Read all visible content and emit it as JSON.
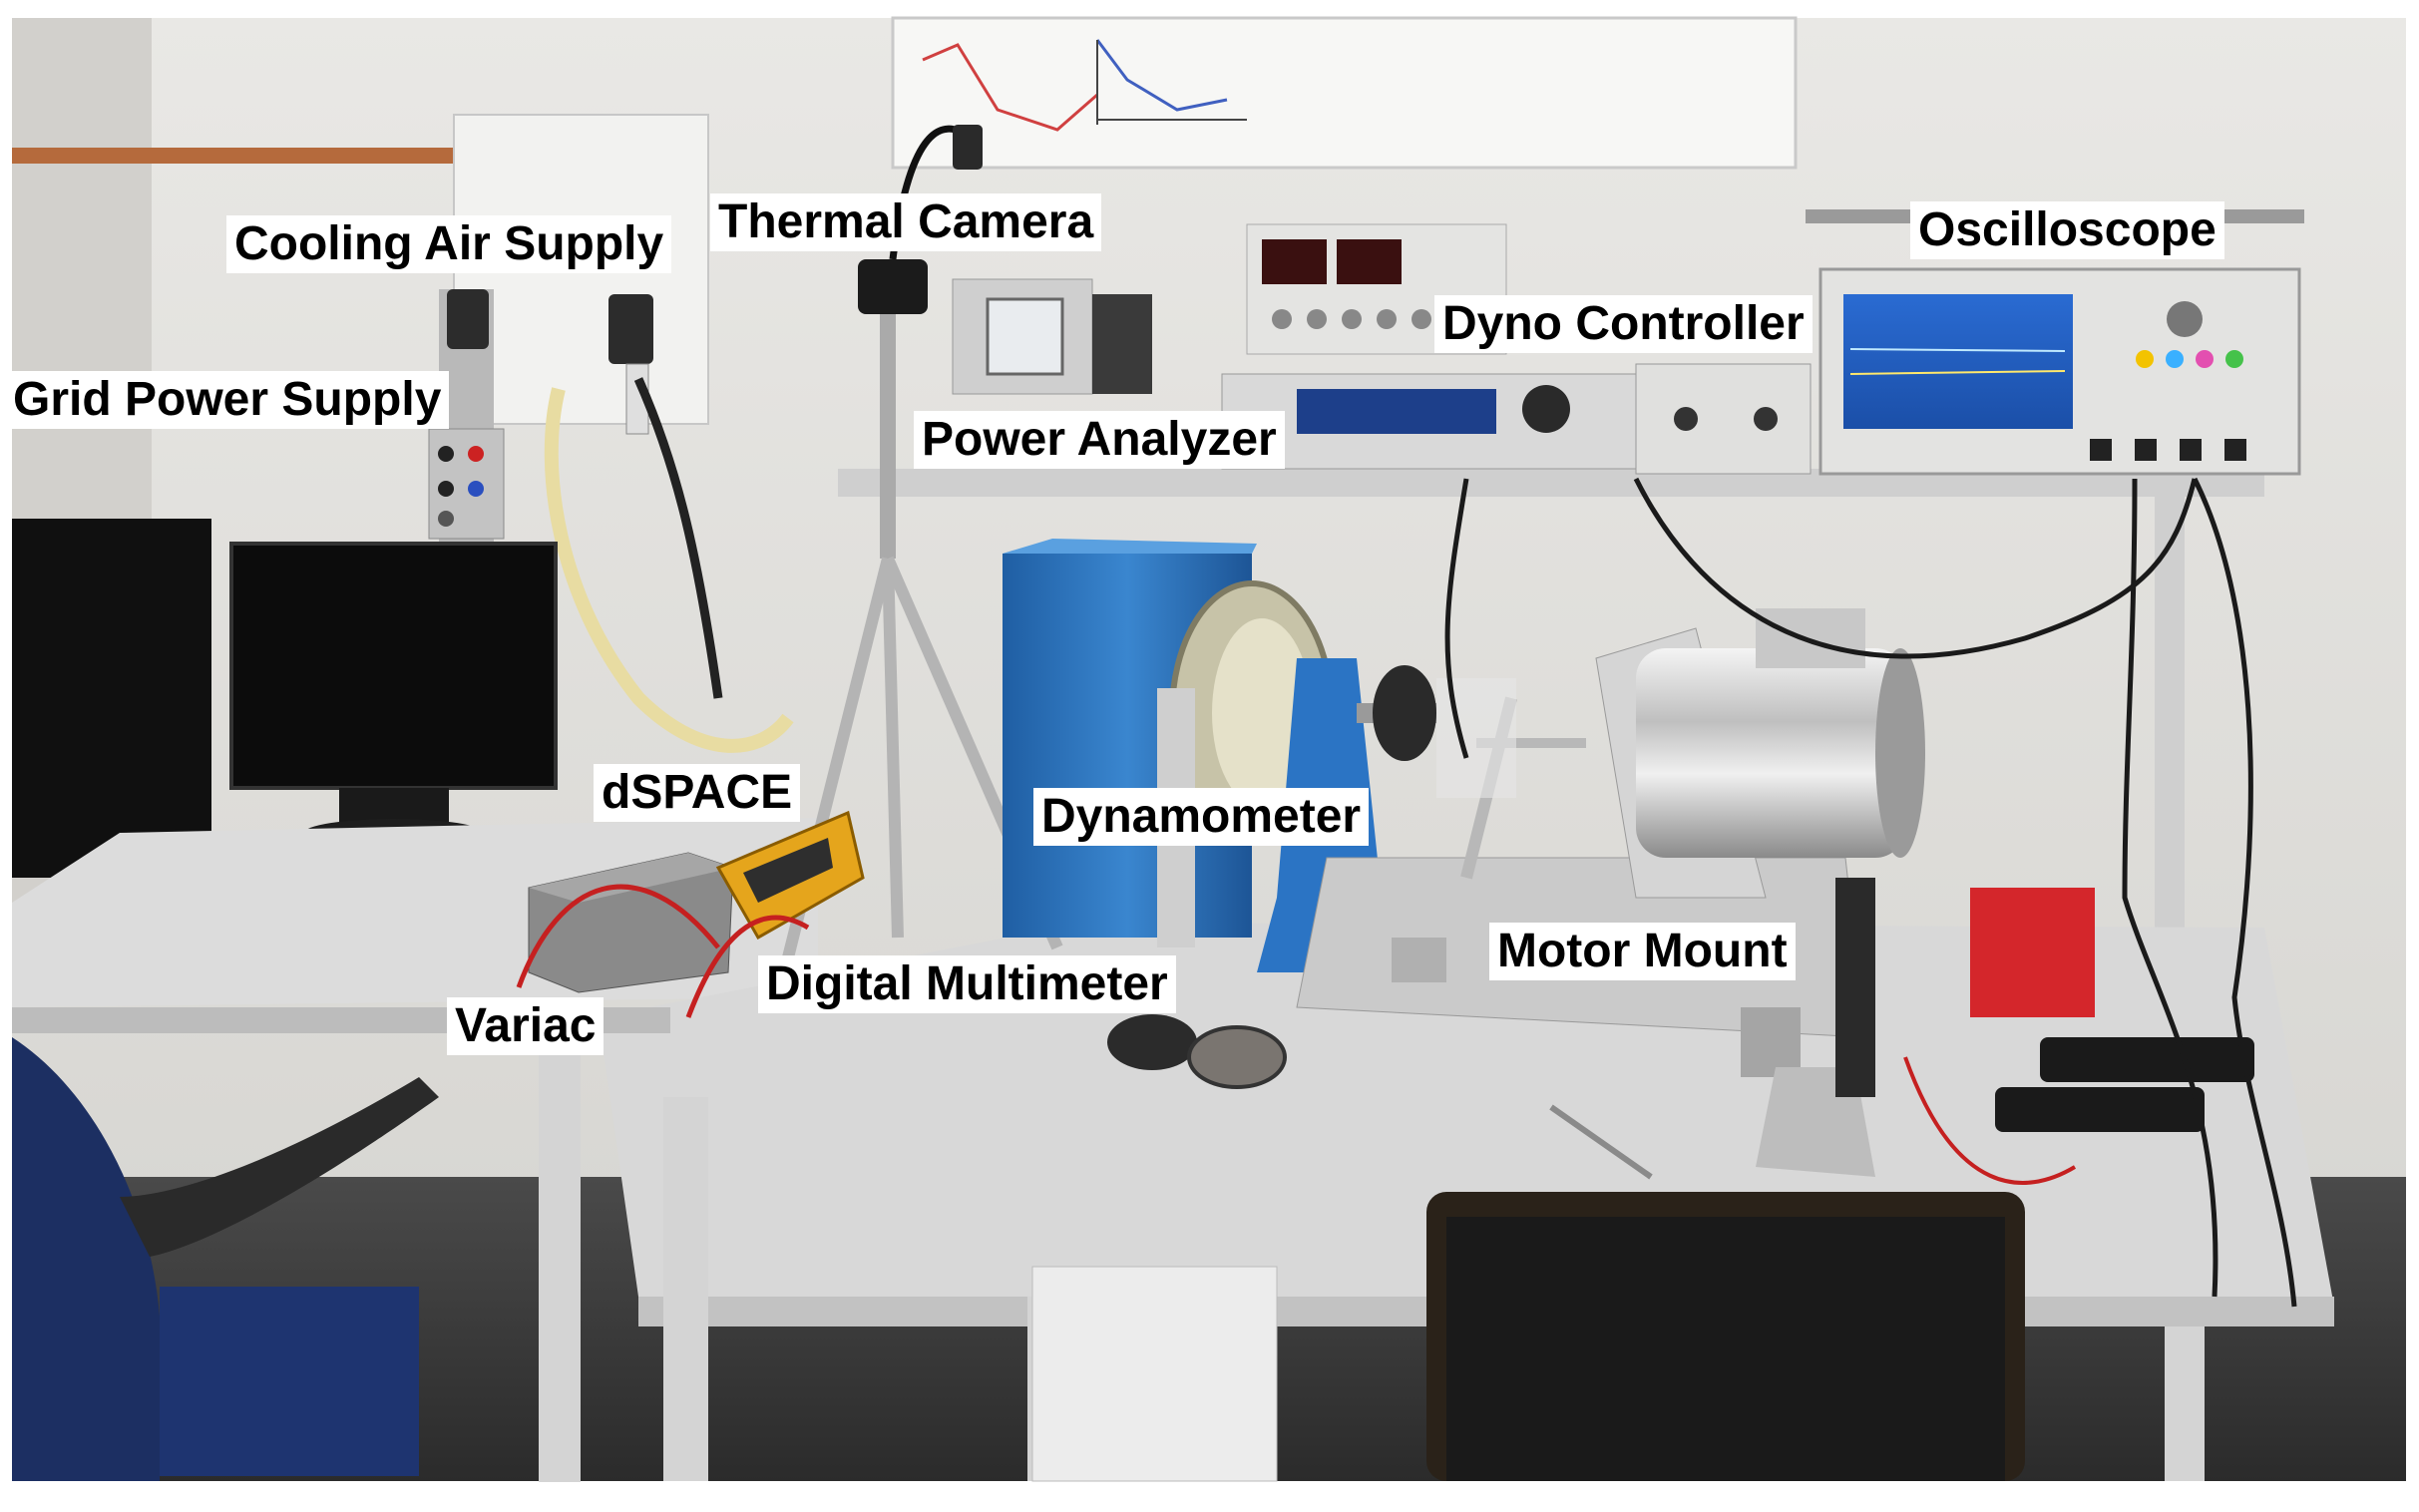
{
  "labels": {
    "cooling_air_supply": "Cooling Air Supply",
    "grid_power_supply": "Grid Power Supply",
    "thermal_camera": "Thermal Camera",
    "power_analyzer": "Power Analyzer",
    "dyno_controller": "Dyno  Controller",
    "oscilloscope": "Oscilloscope",
    "dspace": "dSPACE",
    "dynamometer": "Dynamometer",
    "variac": "Variac",
    "digital_multimeter": "Digital Multimeter",
    "motor_mount": "Motor Mount"
  },
  "colors": {
    "wall": "#e6e5e2",
    "bench": "#dcdcdc",
    "dyno_blue": "#2a6fb8",
    "pipe_copper": "#b56a3c",
    "screen_blue": "#2b6fd6",
    "chair_blue": "#1c2f62"
  }
}
